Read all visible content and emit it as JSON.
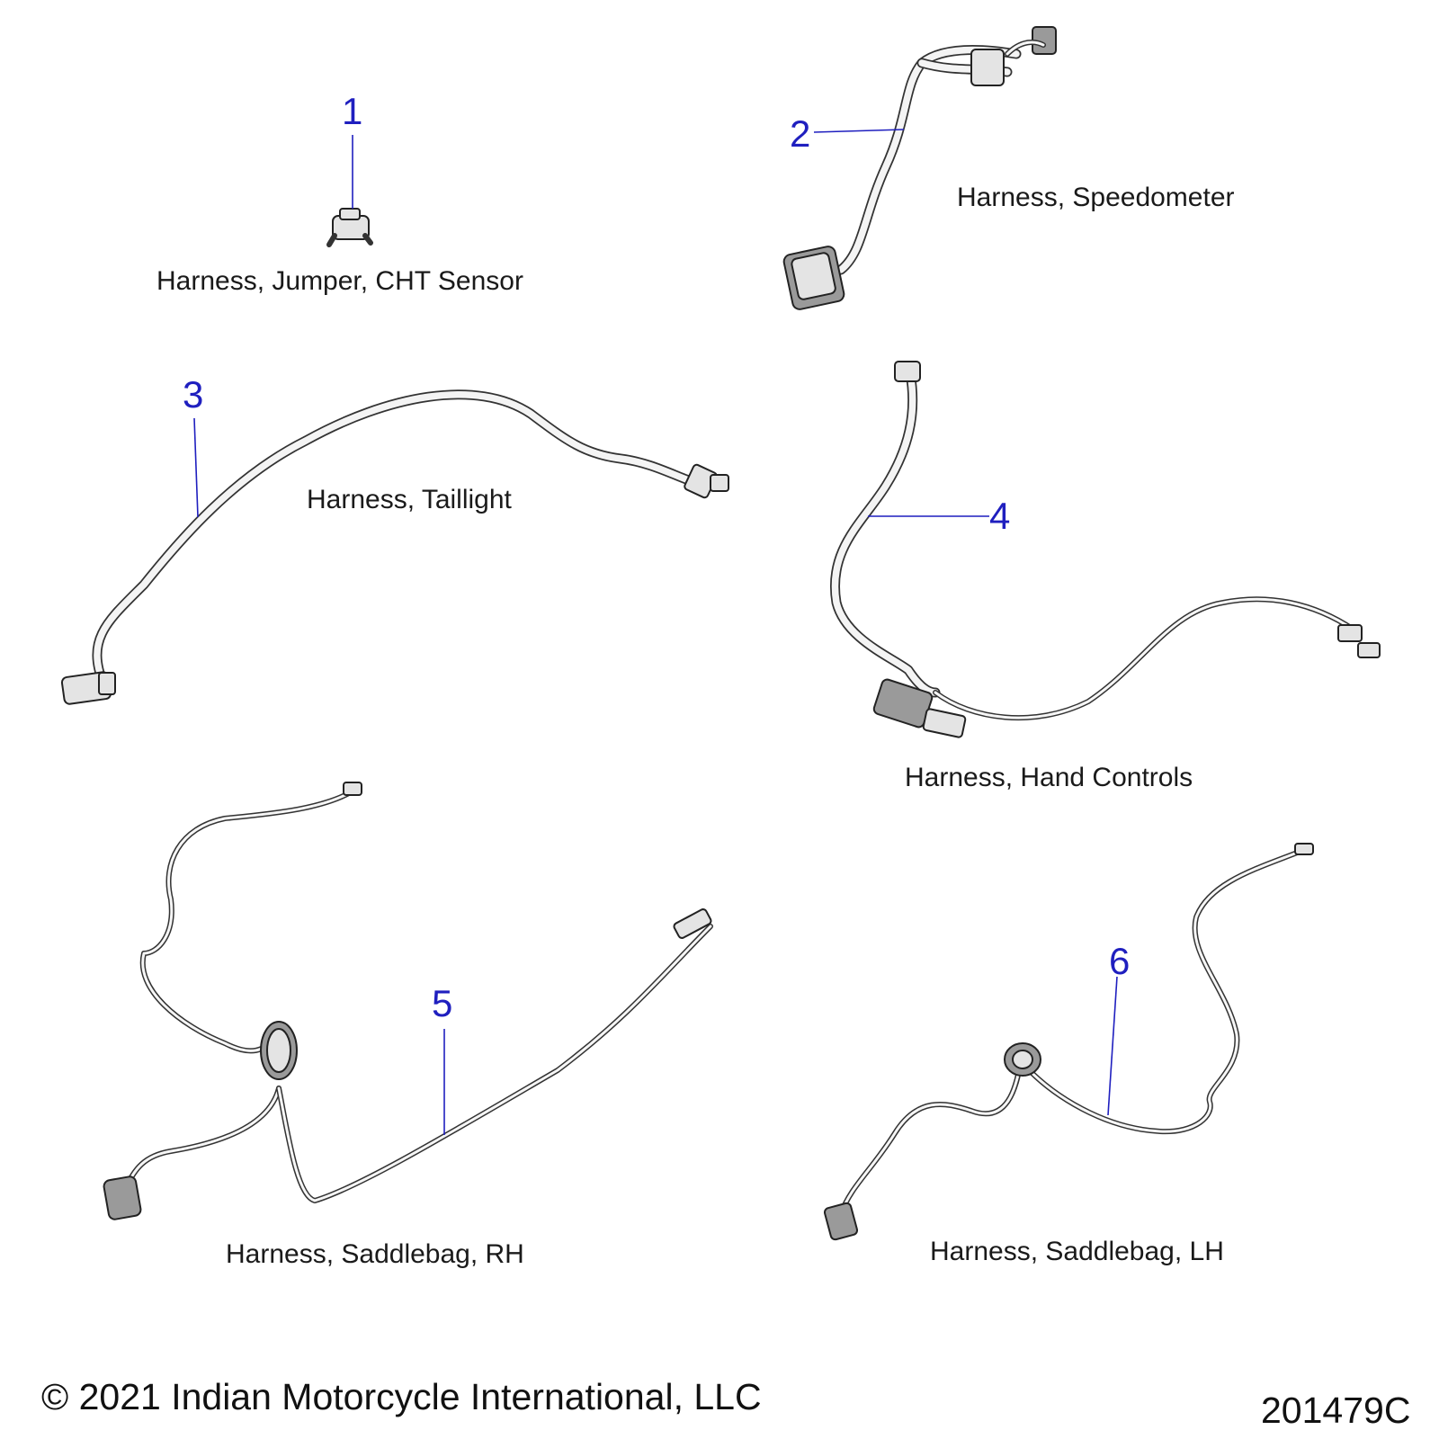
{
  "parts": [
    {
      "number": "1",
      "name": "Harness, Jumper, CHT Sensor"
    },
    {
      "number": "2",
      "name": "Harness, Speedometer"
    },
    {
      "number": "3",
      "name": "Harness, Taillight"
    },
    {
      "number": "4",
      "name": "Harness, Hand Controls"
    },
    {
      "number": "5",
      "name": "Harness, Saddlebag, RH"
    },
    {
      "number": "6",
      "name": "Harness, Saddlebag, LH"
    }
  ],
  "footer": {
    "copyright": "© 2021 Indian Motorcycle International, LLC",
    "drawing_number": "201479C"
  },
  "colors": {
    "callout": "#1f1fbf",
    "line": "#333333"
  }
}
